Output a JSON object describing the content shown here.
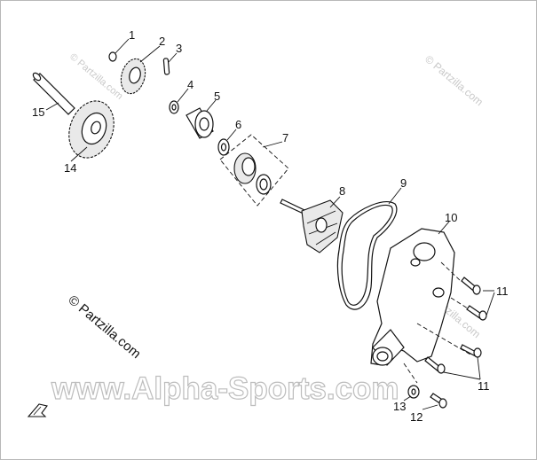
{
  "watermarks": {
    "left": "© Partzilla.com",
    "top_right": "© Partzilla.com",
    "top_left": "© Partzilla.com",
    "bottom_right": "© Partzilla.com",
    "banner": "www.Alpha-Sports.com"
  },
  "callouts": [
    "1",
    "2",
    "3",
    "4",
    "5",
    "6",
    "7",
    "8",
    "9",
    "10",
    "11",
    "11",
    "12",
    "13",
    "14",
    "15"
  ]
}
